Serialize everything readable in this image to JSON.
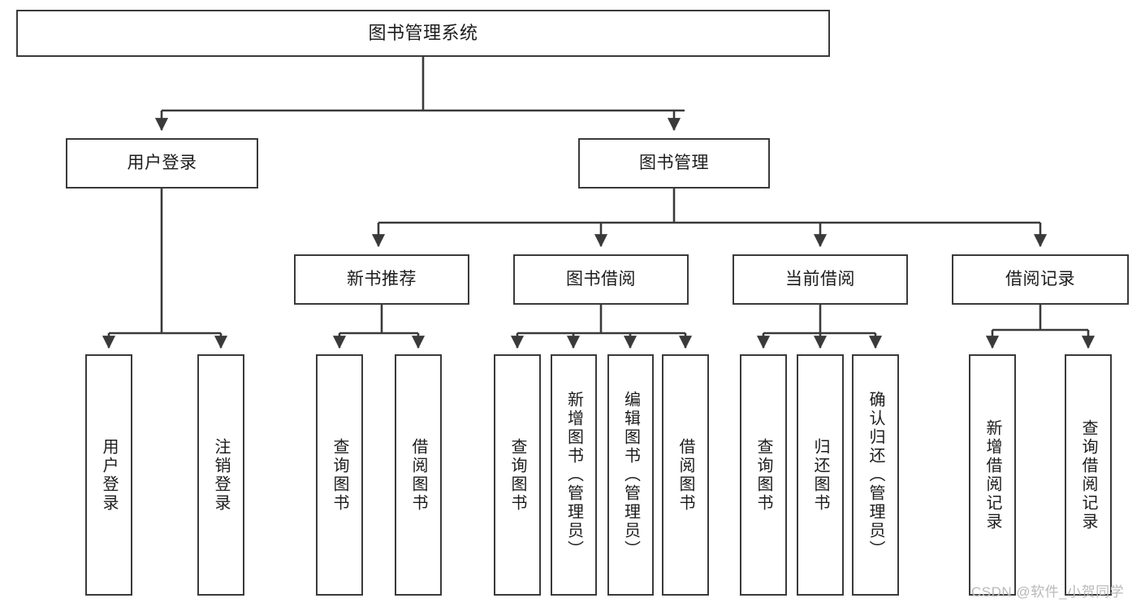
{
  "diagram": {
    "type": "tree-hierarchy",
    "title": "图书管理系统",
    "stroke_color": "#3a3a3a",
    "fill_color": "#ffffff",
    "text_color": "#1c1c1c",
    "watermark": "CSDN @软件_小贺同学",
    "watermark_color": "#b9b9b9"
  },
  "nodes": {
    "root": {
      "label": "图书管理系统"
    },
    "level2": [
      {
        "id": "user-login",
        "label": "用户登录"
      },
      {
        "id": "book-manage",
        "label": "图书管理"
      }
    ],
    "level3": [
      {
        "id": "new-book-recommend",
        "label": "新书推荐"
      },
      {
        "id": "book-borrow",
        "label": "图书借阅"
      },
      {
        "id": "current-borrow",
        "label": "当前借阅"
      },
      {
        "id": "borrow-record",
        "label": "借阅记录"
      }
    ],
    "leaves": [
      {
        "id": "leaf-user-login",
        "label": "用户登录",
        "parent": "user-login"
      },
      {
        "id": "leaf-logout-login",
        "label": "注销登录",
        "parent": "user-login"
      },
      {
        "id": "leaf-query-book-1",
        "label": "查询图书",
        "parent": "new-book-recommend"
      },
      {
        "id": "leaf-borrow-book-1",
        "label": "借阅图书",
        "parent": "new-book-recommend"
      },
      {
        "id": "leaf-query-book-2",
        "label": "查询图书",
        "parent": "book-borrow"
      },
      {
        "id": "leaf-add-book",
        "label": "新增图书（管理员）",
        "parent": "book-borrow"
      },
      {
        "id": "leaf-edit-book",
        "label": "编辑图书（管理员）",
        "parent": "book-borrow"
      },
      {
        "id": "leaf-borrow-book-2",
        "label": "借阅图书",
        "parent": "book-borrow"
      },
      {
        "id": "leaf-query-book-3",
        "label": "查询图书",
        "parent": "current-borrow"
      },
      {
        "id": "leaf-return-book",
        "label": "归还图书",
        "parent": "current-borrow"
      },
      {
        "id": "leaf-confirm-return",
        "label": "确认归还（管理员）",
        "parent": "current-borrow"
      },
      {
        "id": "leaf-add-record",
        "label": "新增借阅记录",
        "parent": "borrow-record"
      },
      {
        "id": "leaf-query-record",
        "label": "查询借阅记录",
        "parent": "borrow-record"
      }
    ]
  },
  "chart_data": {
    "type": "table",
    "title": "图书管理系统 功能结构图",
    "hierarchy": [
      {
        "label": "图书管理系统",
        "children": [
          {
            "label": "用户登录",
            "children": [
              {
                "label": "用户登录"
              },
              {
                "label": "注销登录"
              }
            ]
          },
          {
            "label": "图书管理",
            "children": [
              {
                "label": "新书推荐",
                "children": [
                  {
                    "label": "查询图书"
                  },
                  {
                    "label": "借阅图书"
                  }
                ]
              },
              {
                "label": "图书借阅",
                "children": [
                  {
                    "label": "查询图书"
                  },
                  {
                    "label": "新增图书（管理员）"
                  },
                  {
                    "label": "编辑图书（管理员）"
                  },
                  {
                    "label": "借阅图书"
                  }
                ]
              },
              {
                "label": "当前借阅",
                "children": [
                  {
                    "label": "查询图书"
                  },
                  {
                    "label": "归还图书"
                  },
                  {
                    "label": "确认归还（管理员）"
                  }
                ]
              },
              {
                "label": "借阅记录",
                "children": [
                  {
                    "label": "新增借阅记录"
                  },
                  {
                    "label": "查询借阅记录"
                  }
                ]
              }
            ]
          }
        ]
      }
    ]
  }
}
